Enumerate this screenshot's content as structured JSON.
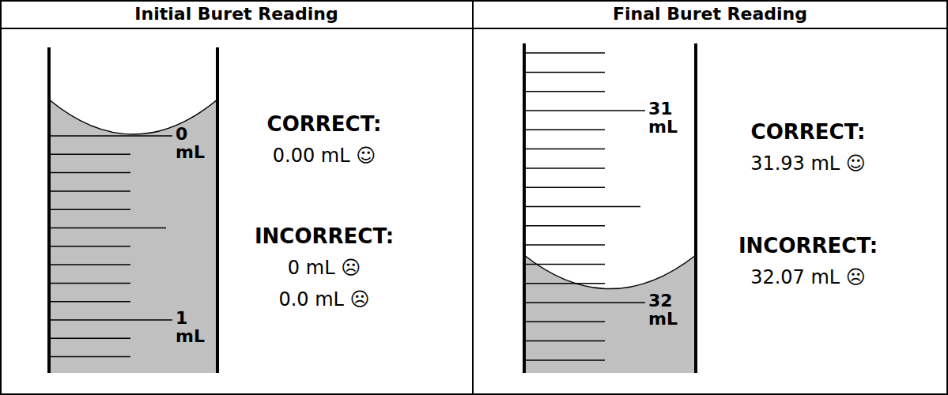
{
  "diagram": {
    "labels": [
      "Initial Buret Reading",
      "Final Buret Reading",
      "0 mL",
      "1 mL",
      "CORRECT:",
      "0.00 mL ☺",
      "INCORRECT:",
      "0 mL ☹",
      "0.0 mL ☹",
      "31 mL",
      "32 mL",
      "CORRECT:",
      "31.93 mL ☺",
      "INCORRECT:",
      "32.07 mL ☹"
    ]
  }
}
